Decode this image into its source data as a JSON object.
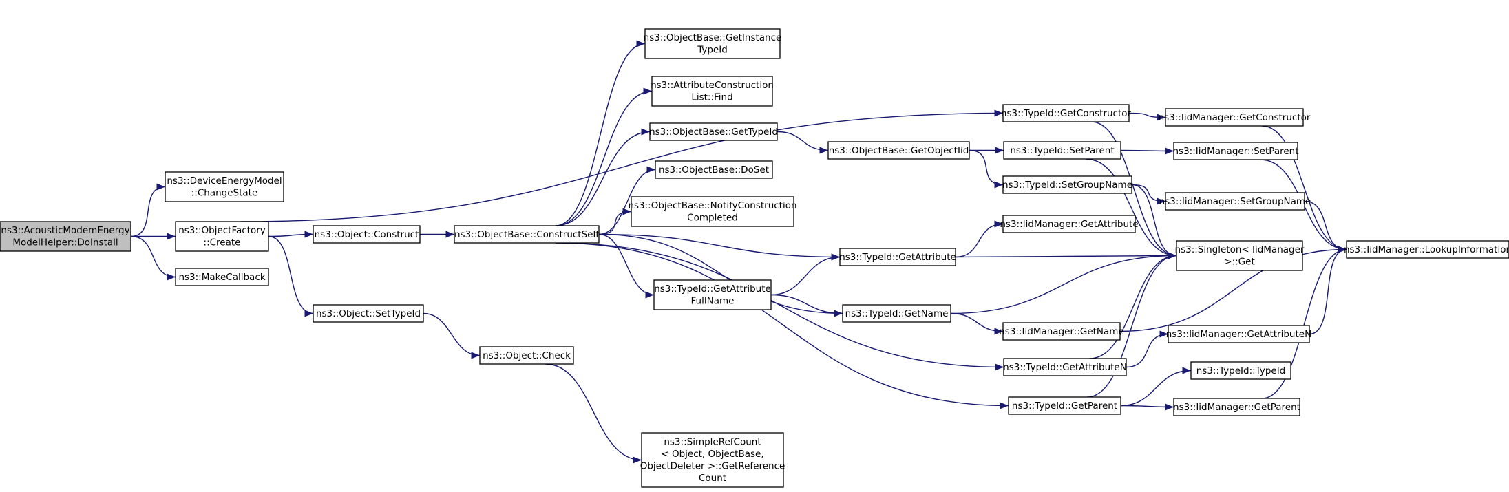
{
  "graph": {
    "edge_color": "#191970",
    "root_fill": "#bfbfbf",
    "nodes": [
      {
        "id": "doinstall",
        "lines": [
          "ns3::AcousticModemEnergy",
          "ModelHelper::DoInstall"
        ],
        "root": true
      },
      {
        "id": "changestate",
        "lines": [
          "ns3::DeviceEnergyModel",
          "::ChangeState"
        ]
      },
      {
        "id": "ofcreate",
        "lines": [
          "ns3::ObjectFactory",
          "::Create"
        ]
      },
      {
        "id": "makecallback",
        "lines": [
          "ns3::MakeCallback"
        ]
      },
      {
        "id": "objconstruct",
        "lines": [
          "ns3::Object::Construct"
        ]
      },
      {
        "id": "settypeid",
        "lines": [
          "ns3::Object::SetTypeId"
        ]
      },
      {
        "id": "constructself",
        "lines": [
          "ns3::ObjectBase::ConstructSelf"
        ]
      },
      {
        "id": "objcheck",
        "lines": [
          "ns3::Object::Check"
        ]
      },
      {
        "id": "getinstancetid",
        "lines": [
          "ns3::ObjectBase::GetInstance",
          "TypeId"
        ]
      },
      {
        "id": "aclfind",
        "lines": [
          "ns3::AttributeConstruction",
          "List::Find"
        ]
      },
      {
        "id": "obgettypeid",
        "lines": [
          "ns3::ObjectBase::GetTypeId"
        ]
      },
      {
        "id": "doset",
        "lines": [
          "ns3::ObjectBase::DoSet"
        ]
      },
      {
        "id": "notifycc",
        "lines": [
          "ns3::ObjectBase::NotifyConstruction",
          "Completed"
        ]
      },
      {
        "id": "tidgetattrfull",
        "lines": [
          "ns3::TypeId::GetAttribute",
          "FullName"
        ]
      },
      {
        "id": "simplerefcount",
        "lines": [
          "ns3::SimpleRefCount",
          "< Object, ObjectBase,",
          "ObjectDeleter >::GetReference",
          "Count"
        ]
      },
      {
        "id": "getobjectiid",
        "lines": [
          "ns3::ObjectBase::GetObjectIid"
        ]
      },
      {
        "id": "tidgetctor",
        "lines": [
          "ns3::TypeId::GetConstructor"
        ]
      },
      {
        "id": "tidsetparent",
        "lines": [
          "ns3::TypeId::SetParent"
        ]
      },
      {
        "id": "tidsetgroup",
        "lines": [
          "ns3::TypeId::SetGroupName"
        ]
      },
      {
        "id": "tidgetattr",
        "lines": [
          "ns3::TypeId::GetAttribute"
        ]
      },
      {
        "id": "tidgetname",
        "lines": [
          "ns3::TypeId::GetName"
        ]
      },
      {
        "id": "tidgetattrn",
        "lines": [
          "ns3::TypeId::GetAttributeN"
        ]
      },
      {
        "id": "tidgetparent",
        "lines": [
          "ns3::TypeId::GetParent"
        ]
      },
      {
        "id": "iidgetattr",
        "lines": [
          "ns3::IidManager::GetAttribute"
        ]
      },
      {
        "id": "iidgetname",
        "lines": [
          "ns3::IidManager::GetName"
        ]
      },
      {
        "id": "singletonget",
        "lines": [
          "ns3::Singleton< IidManager",
          ">::Get"
        ]
      },
      {
        "id": "iidgetctor",
        "lines": [
          "ns3::IidManager::GetConstructor"
        ]
      },
      {
        "id": "iidsetparent",
        "lines": [
          "ns3::IidManager::SetParent"
        ]
      },
      {
        "id": "iidsetgroup",
        "lines": [
          "ns3::IidManager::SetGroupName"
        ]
      },
      {
        "id": "iidgetattrn",
        "lines": [
          "ns3::IidManager::GetAttributeN"
        ]
      },
      {
        "id": "tidtypeid",
        "lines": [
          "ns3::TypeId::TypeId"
        ]
      },
      {
        "id": "iidgetparent",
        "lines": [
          "ns3::IidManager::GetParent"
        ]
      },
      {
        "id": "iidlookup",
        "lines": [
          "ns3::IidManager::LookupInformation"
        ]
      }
    ],
    "edges": [
      [
        "doinstall",
        "changestate"
      ],
      [
        "doinstall",
        "ofcreate"
      ],
      [
        "doinstall",
        "makecallback"
      ],
      [
        "ofcreate",
        "objconstruct"
      ],
      [
        "ofcreate",
        "settypeid"
      ],
      [
        "ofcreate",
        "tidgetctor"
      ],
      [
        "objconstruct",
        "constructself"
      ],
      [
        "settypeid",
        "objcheck"
      ],
      [
        "objcheck",
        "simplerefcount"
      ],
      [
        "constructself",
        "getinstancetid"
      ],
      [
        "constructself",
        "aclfind"
      ],
      [
        "constructself",
        "obgettypeid"
      ],
      [
        "constructself",
        "doset"
      ],
      [
        "constructself",
        "notifycc"
      ],
      [
        "constructself",
        "tidgetattrfull"
      ],
      [
        "constructself",
        "tidgetattr"
      ],
      [
        "constructself",
        "tidgetname"
      ],
      [
        "constructself",
        "tidgetattrn"
      ],
      [
        "constructself",
        "tidgetparent"
      ],
      [
        "obgettypeid",
        "getobjectiid"
      ],
      [
        "getobjectiid",
        "tidsetparent"
      ],
      [
        "getobjectiid",
        "tidsetgroup"
      ],
      [
        "tidgetattrfull",
        "tidgetattr"
      ],
      [
        "tidgetattrfull",
        "tidgetname"
      ],
      [
        "tidgetctor",
        "iidgetctor"
      ],
      [
        "tidgetctor",
        "singletonget"
      ],
      [
        "tidsetparent",
        "iidsetparent"
      ],
      [
        "tidsetparent",
        "singletonget"
      ],
      [
        "tidsetgroup",
        "iidsetgroup"
      ],
      [
        "tidsetgroup",
        "singletonget"
      ],
      [
        "tidgetattr",
        "iidgetattr"
      ],
      [
        "tidgetattr",
        "singletonget"
      ],
      [
        "tidgetname",
        "iidgetname"
      ],
      [
        "tidgetname",
        "singletonget"
      ],
      [
        "tidgetattrn",
        "iidgetattrn"
      ],
      [
        "tidgetattrn",
        "singletonget"
      ],
      [
        "tidgetparent",
        "tidtypeid"
      ],
      [
        "tidgetparent",
        "iidgetparent"
      ],
      [
        "tidgetparent",
        "singletonget"
      ],
      [
        "iidgetctor",
        "iidlookup"
      ],
      [
        "iidsetparent",
        "iidlookup"
      ],
      [
        "iidsetgroup",
        "iidlookup"
      ],
      [
        "iidgetname",
        "iidlookup"
      ],
      [
        "iidgetattrn",
        "iidlookup"
      ],
      [
        "iidgetparent",
        "iidlookup"
      ]
    ]
  }
}
